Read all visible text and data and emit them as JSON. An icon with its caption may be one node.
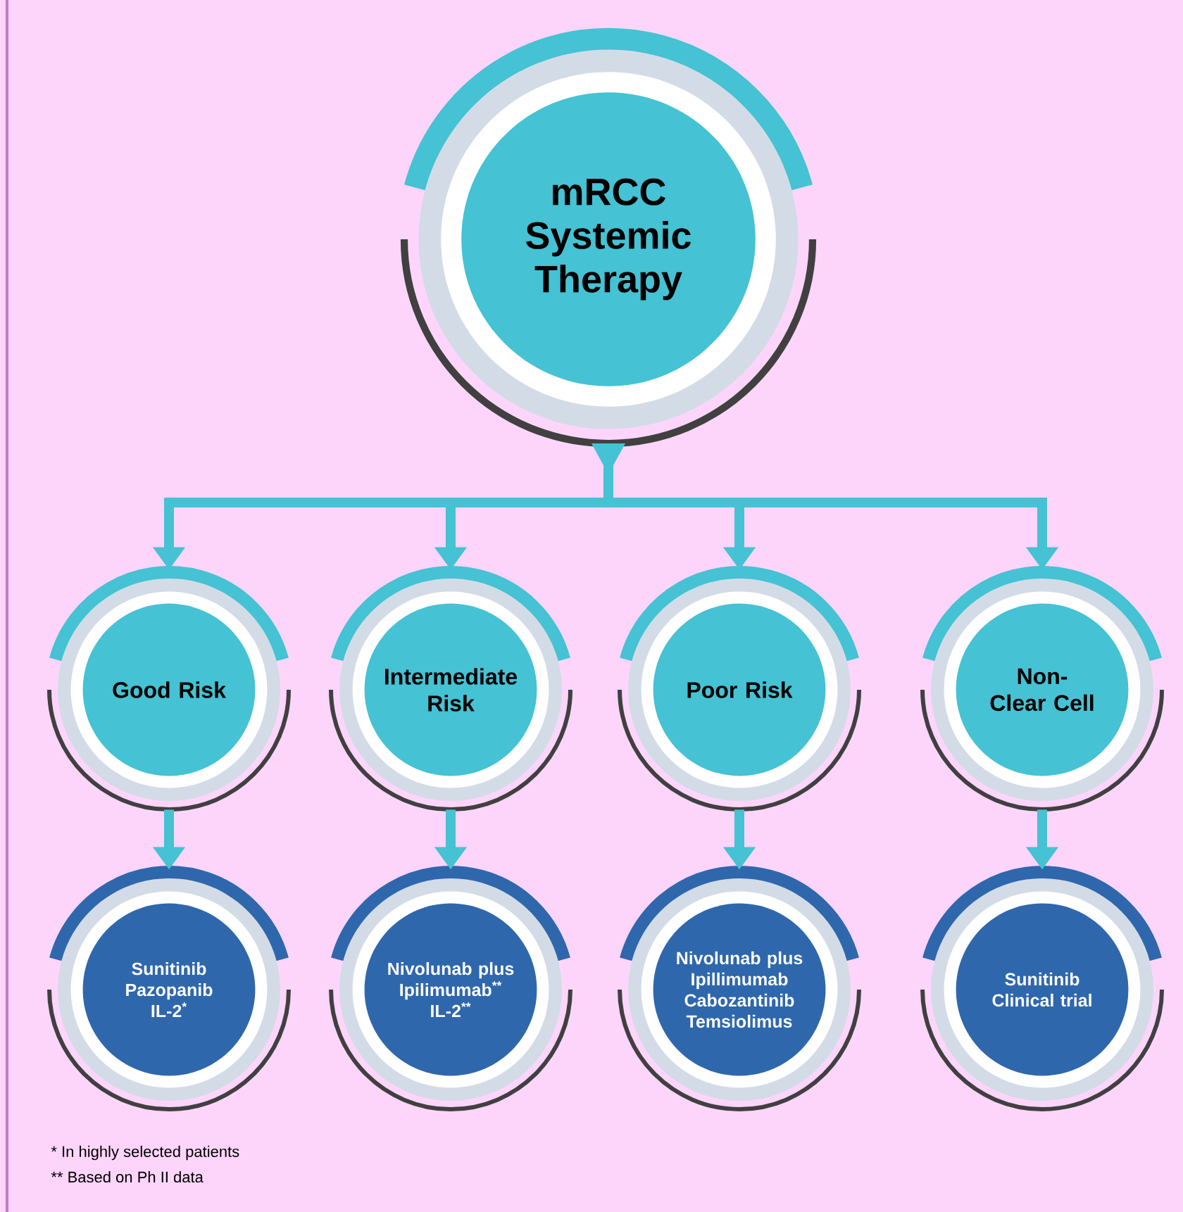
{
  "diagram": {
    "nodes": [
      {
        "text": [
          "mRCC Systemic Therapy"
        ]
      },
      {
        "text": [
          "Good Risk"
        ]
      },
      {
        "text": [
          "Intermediate Risk"
        ]
      },
      {
        "text": [
          "Poor Risk"
        ]
      },
      {
        "text": [
          "Non-Clear Cell"
        ]
      },
      {
        "text": [
          "Sunitinib",
          "Pazopanib",
          "IL-2$^{*}$"
        ]
      },
      {
        "text": [
          "Nivolunab plus Ipilimumab$^{**}$",
          "IL-2$^{**}$"
        ]
      },
      {
        "text": [
          "Nivolunab plus Ipillimumab",
          "Cabozantinib",
          "Temsiolimus"
        ]
      },
      {
        "text": [
          "Sunitinib",
          "Clinical trial"
        ]
      }
    ],
    "edges": [
      {
        "from": 0,
        "to": 1,
        "arrow": "to"
      },
      {
        "from": 0,
        "to": 2,
        "arrow": "to"
      },
      {
        "from": 0,
        "to": 3,
        "arrow": "to"
      },
      {
        "from": 0,
        "to": 4,
        "arrow": "to"
      },
      {
        "from": 1,
        "to": 5,
        "arrow": "to"
      },
      {
        "from": 2,
        "to": 6,
        "arrow": "to"
      },
      {
        "from": 3,
        "to": 7,
        "arrow": "to"
      },
      {
        "from": 4,
        "to": 8,
        "arrow": "to"
      }
    ],
    "labels": [
      "* In highly selected patients",
      "** Based on Ph II data"
    ]
  }
}
